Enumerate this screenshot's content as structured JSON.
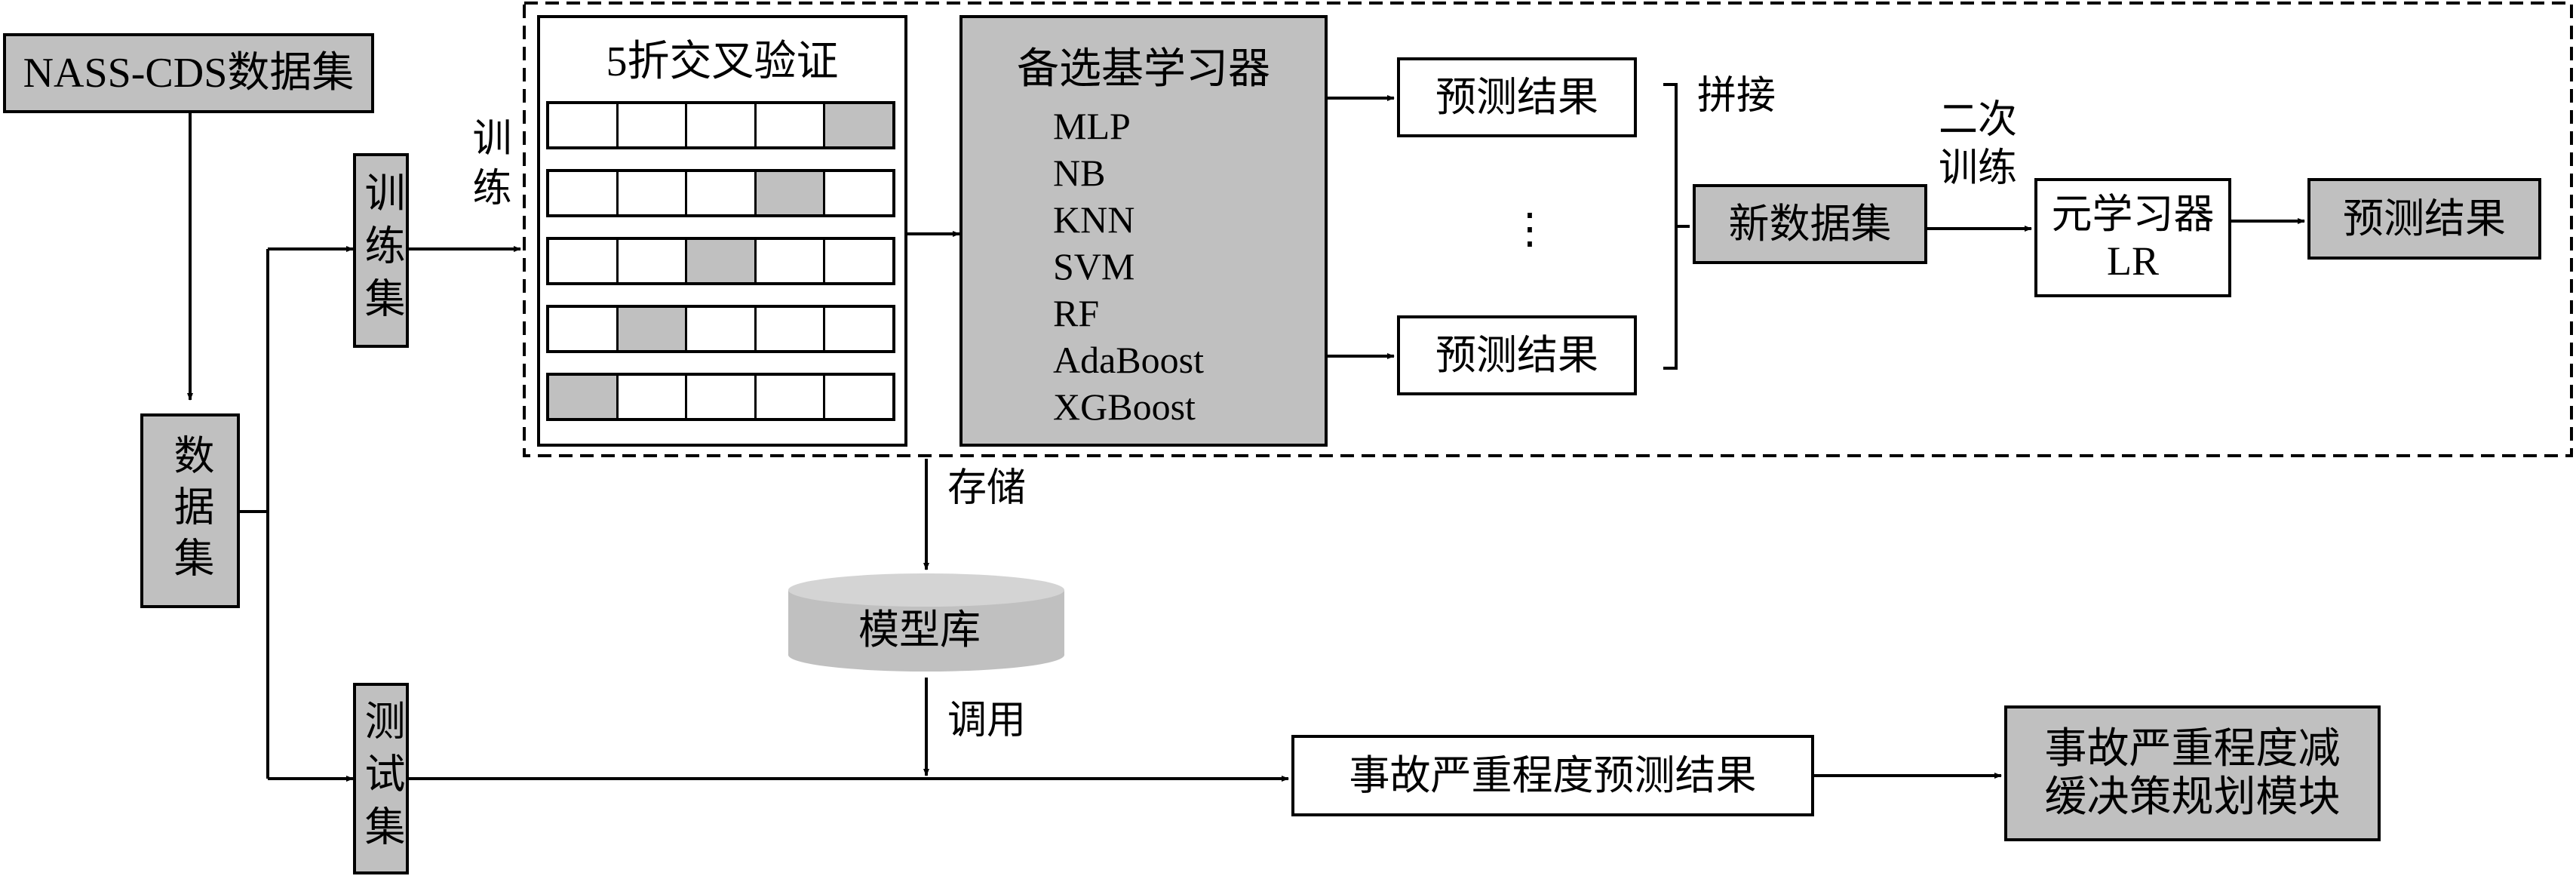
{
  "source": "NASS-CDS数据集",
  "dataset": "数据集",
  "train_set": "训练集",
  "test_set": "测试集",
  "train_label": "训练",
  "cv_title": "5折交叉验证",
  "cv_highlight_columns": [
    4,
    3,
    2,
    1,
    0
  ],
  "base_learners": {
    "title": "备选基学习器",
    "models": [
      "MLP",
      "NB",
      "KNN",
      "SVM",
      "RF",
      "AdaBoost",
      "XGBoost"
    ]
  },
  "prediction_result": "预测结果",
  "ellipsis": "⋮",
  "concat_label": "拼接",
  "new_dataset": "新数据集",
  "secondary_training": [
    "二次",
    "训练"
  ],
  "meta_learner": {
    "title": "元学习器",
    "model": "LR"
  },
  "final_prediction": "预测结果",
  "store_label": "存储",
  "model_library": "模型库",
  "call_label": "调用",
  "severity_result": "事故严重程度预测结果",
  "mitigation_module": [
    "事故严重程度减",
    "缓决策规划模块"
  ],
  "colors": {
    "box_fill": "#c0c0c0",
    "line": "#000000",
    "background": "#ffffff"
  }
}
